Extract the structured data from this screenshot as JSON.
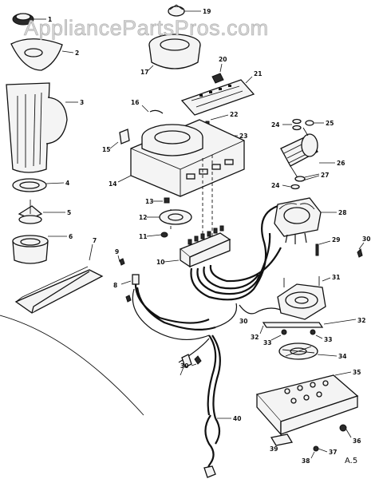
{
  "watermark": "AppliancePartsPros.com",
  "figure_label": "A.5",
  "callouts": {
    "c1": "1",
    "c2": "2",
    "c3": "3",
    "c4": "4",
    "c5": "5",
    "c6": "6",
    "c7": "7",
    "c8": "8",
    "c9": "9",
    "c10": "10",
    "c11": "11",
    "c12": "12",
    "c13": "13",
    "c14": "14",
    "c15": "15",
    "c16": "16",
    "c17": "17",
    "c19": "19",
    "c20": "20",
    "c21": "21",
    "c22": "22",
    "c23": "23",
    "c24a": "24",
    "c24b": "24",
    "c25": "25",
    "c26": "26",
    "c27": "27",
    "c28": "28",
    "c29": "29",
    "c30a": "30",
    "c30b": "30",
    "c30c": "30",
    "c31": "31",
    "c32a": "32",
    "c32b": "32",
    "c33a": "33",
    "c33b": "33",
    "c34": "34",
    "c35": "35",
    "c36": "36",
    "c37": "37",
    "c38": "38",
    "c39": "39",
    "c40": "40"
  }
}
